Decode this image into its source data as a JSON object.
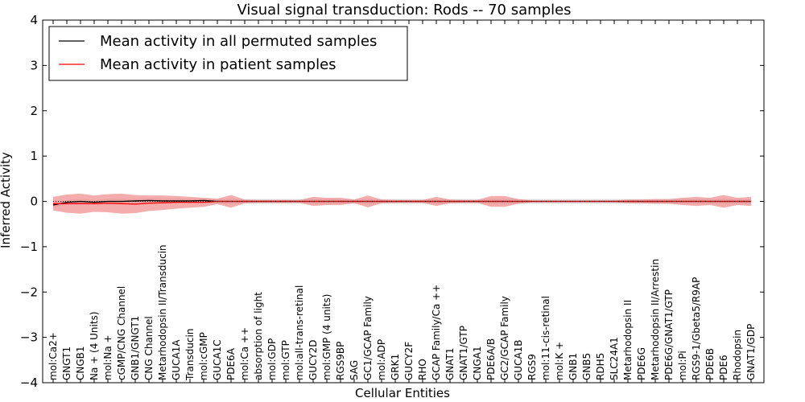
{
  "chart_data": {
    "type": "line",
    "title": "Visual signal transduction: Rods -- 70 samples",
    "xlabel": "Cellular Entities",
    "ylabel": "Inferred Activity",
    "ylim": [
      -4,
      4
    ],
    "yticks": [
      "−4",
      "−3",
      "−2",
      "−1",
      "0",
      "1",
      "2",
      "3",
      "4"
    ],
    "grid": false,
    "legend_position": "top-left",
    "legend": [
      "Mean activity in all permuted samples",
      "Mean activity in patient samples"
    ],
    "colors": {
      "permuted": "#000000",
      "patient": "#ff0000",
      "patient_band": "#f08080",
      "permuted_band": "#c8c8c8"
    },
    "categories": [
      "mol:Ca2+",
      "GNGT1",
      "CNGB1",
      "Na + (4 Units)",
      "mol:Na +",
      "cGMP/CNG Channel",
      "GNB1/GNGT1",
      "CNG Channel",
      "Metarhodopsin II/Transducin",
      "GUCA1A",
      "Transducin",
      "mol:cGMP",
      "GUCA1C",
      "PDE6A",
      "mol:Ca ++",
      "absorption of light",
      "mol:GDP",
      "mol:GTP",
      "mol:all-trans-retinal",
      "GUCY2D",
      "mol:GMP (4 units)",
      "RGS9BP",
      "SAG",
      "GC1/GCAP Family",
      "mol:ADP",
      "GRK1",
      "GUCY2F",
      "RHO",
      "GCAP Family/Ca ++",
      "GNAT1",
      "GNAT1/GTP",
      "CNGA1",
      "PDE6A/B",
      "GC2/GCAP Family",
      "GUCA1B",
      "RGS9",
      "mol:11-cis-retinal",
      "mol:K +",
      "GNB1",
      "GNB5",
      "RDH5",
      "SLC24A1",
      "Metarhodopsin II",
      "PDE6G",
      "Metarhodopsin II/Arrestin",
      "PDE6G/GNAT1/GTP",
      "mol:Pi",
      "RGS9-1/Gbeta5/R9AP",
      "PDE6B",
      "PDE6",
      "Rhodopsin",
      "GNAT1/GDP"
    ],
    "series": [
      {
        "name": "Mean activity in all permuted samples",
        "values": [
          -0.08,
          -0.02,
          0.0,
          -0.02,
          0.0,
          0.0,
          0.01,
          0.02,
          0.01,
          0.01,
          0.01,
          0.02,
          0.0,
          0.0,
          0.0,
          0.0,
          0.0,
          0.0,
          0.0,
          0.0,
          0.0,
          0.0,
          0.0,
          0.0,
          0.0,
          0.0,
          0.0,
          0.0,
          0.0,
          0.0,
          0.0,
          0.0,
          0.0,
          0.0,
          0.0,
          0.0,
          0.0,
          0.0,
          0.0,
          0.0,
          0.0,
          0.0,
          0.0,
          0.0,
          0.0,
          0.0,
          0.0,
          0.0,
          0.0,
          0.0,
          0.0,
          0.0
        ],
        "band": [
          0.05,
          0.05,
          0.05,
          0.05,
          0.05,
          0.05,
          0.05,
          0.05,
          0.05,
          0.05,
          0.05,
          0.05,
          0.05,
          0.05,
          0.05,
          0.05,
          0.05,
          0.05,
          0.05,
          0.05,
          0.05,
          0.05,
          0.05,
          0.05,
          0.05,
          0.05,
          0.05,
          0.05,
          0.05,
          0.05,
          0.05,
          0.05,
          0.05,
          0.05,
          0.05,
          0.05,
          0.05,
          0.05,
          0.05,
          0.05,
          0.05,
          0.05,
          0.05,
          0.05,
          0.05,
          0.05,
          0.05,
          0.05,
          0.05,
          0.05,
          0.05,
          0.05
        ]
      },
      {
        "name": "Mean activity in patient samples",
        "values": [
          -0.05,
          -0.05,
          -0.05,
          -0.05,
          -0.04,
          -0.05,
          -0.06,
          -0.04,
          -0.03,
          -0.02,
          -0.02,
          -0.02,
          0.0,
          0.0,
          0.0,
          0.0,
          0.0,
          0.0,
          0.0,
          0.0,
          0.0,
          0.0,
          0.0,
          0.0,
          0.0,
          0.0,
          0.0,
          0.0,
          0.0,
          0.0,
          0.0,
          0.0,
          0.0,
          0.0,
          0.0,
          0.0,
          0.0,
          0.0,
          0.0,
          0.0,
          0.0,
          0.0,
          0.0,
          0.0,
          0.0,
          0.0,
          0.0,
          0.0,
          0.0,
          0.0,
          0.0,
          0.0
        ],
        "band": [
          0.15,
          0.2,
          0.22,
          0.18,
          0.2,
          0.22,
          0.2,
          0.17,
          0.16,
          0.14,
          0.12,
          0.1,
          0.06,
          0.14,
          0.04,
          0.03,
          0.03,
          0.03,
          0.03,
          0.1,
          0.08,
          0.08,
          0.04,
          0.13,
          0.04,
          0.03,
          0.03,
          0.03,
          0.1,
          0.04,
          0.03,
          0.03,
          0.12,
          0.12,
          0.05,
          0.02,
          0.02,
          0.02,
          0.02,
          0.02,
          0.02,
          0.02,
          0.04,
          0.04,
          0.05,
          0.05,
          0.08,
          0.1,
          0.08,
          0.14,
          0.08,
          0.1
        ]
      }
    ]
  }
}
